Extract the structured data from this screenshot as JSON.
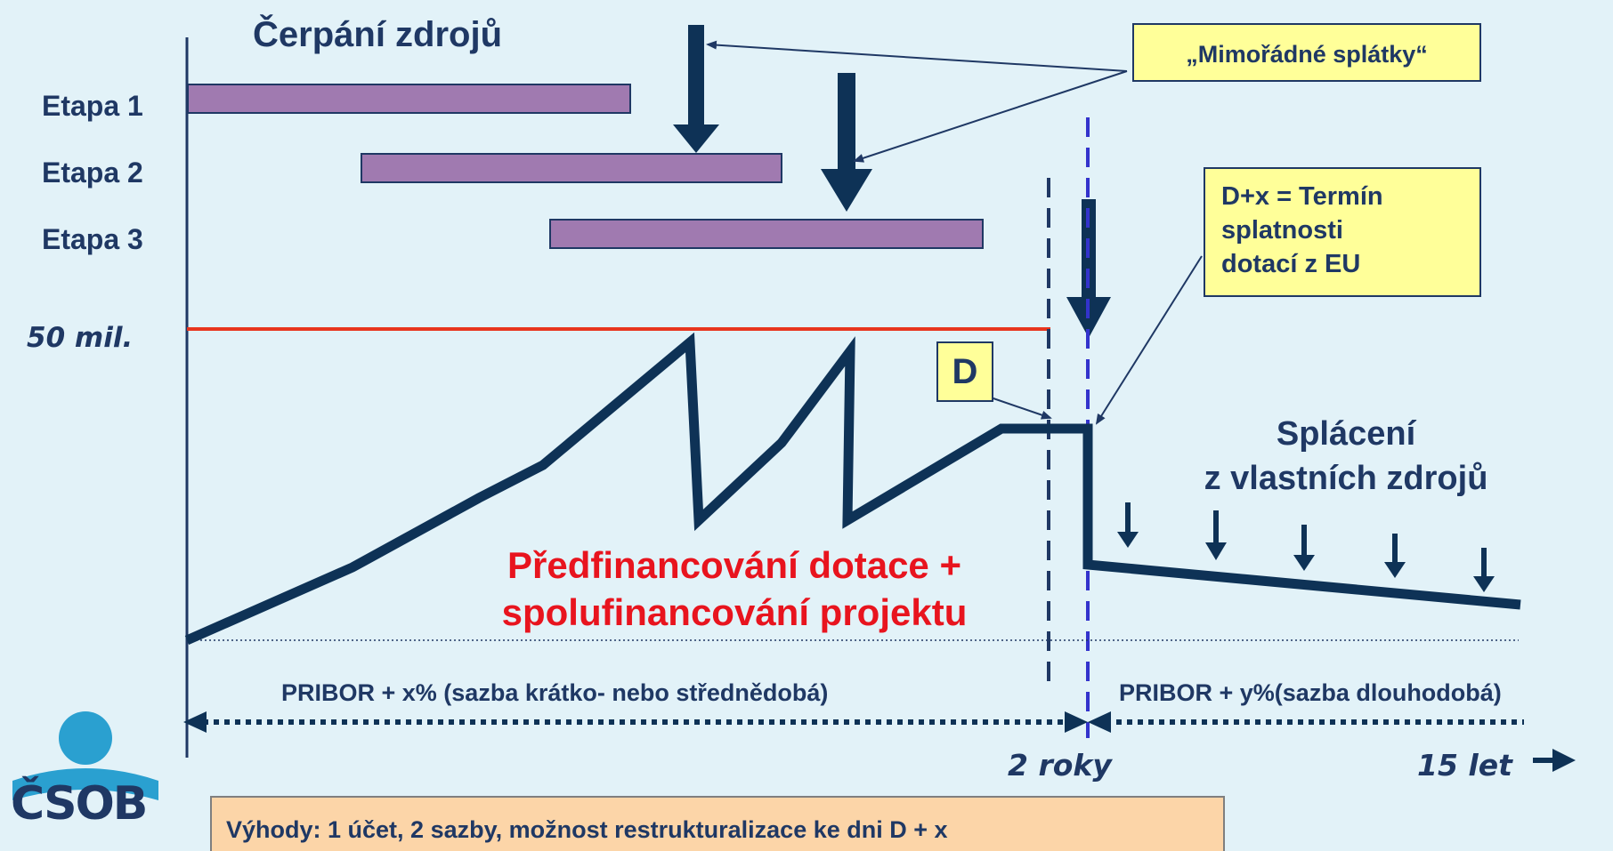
{
  "title": "Čerpání zdrojů",
  "stages": [
    {
      "label": "Etapa 1"
    },
    {
      "label": "Etapa 2"
    },
    {
      "label": "Etapa 3"
    }
  ],
  "limit_label": "50 mil.",
  "callouts": {
    "extra_payments": "„Mimořádné splátky“",
    "maturity_line1": "D+x = Termín",
    "maturity_line2": "splatnosti",
    "maturity_line3": "dotací z EU",
    "d_marker": "D"
  },
  "repayment_label_line1": "Splácení",
  "repayment_label_line2": "z vlastních zdrojů",
  "prefinancing_line1": "Předfinancování dotace +",
  "prefinancing_line2": "spolufinancování projektu",
  "rate_short": "PRIBOR + x% (sazba krátko- nebo střednědobá)",
  "rate_long": "PRIBOR + y%(sazba dlouhodobá)",
  "time_2y": "2 roky",
  "time_15y": "15 let",
  "benefits": "Výhody: 1 účet, 2 sazby, možnost restrukturalizace ke dni D + x",
  "logo_text": "ČSOB",
  "colors": {
    "background": "#e2f2f8",
    "navy": "#1f3864",
    "stage_bar": "#a07ab0",
    "limit_line": "#e8351e",
    "red_text": "#e8141e",
    "callout_fill": "#ffff99",
    "benefits_fill": "#fcd5a8",
    "dashed_blue": "#3333cc",
    "logo_blue": "#2aa0d0"
  }
}
